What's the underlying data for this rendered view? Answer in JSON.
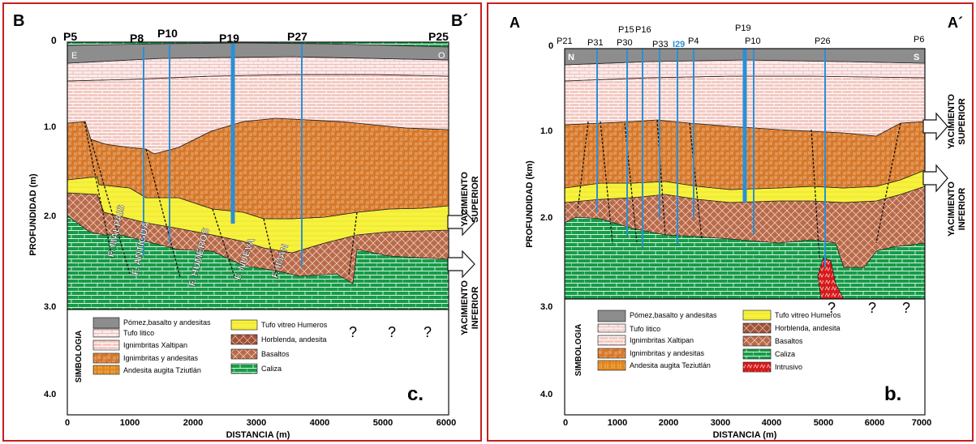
{
  "colors": {
    "pomez": "#8d8d8d",
    "tufo_litico": "#fbeaea",
    "ignimbrita_xaltipan": "#f4c9c2",
    "ignimbritas_andesitas": "#d6782a",
    "andesita_augita": "#e2871e",
    "tufo_vitreo": "#f7f23e",
    "horblenda": "#a0523a",
    "basaltos": "#b86a4a",
    "caliza": "#189c4a",
    "intrusivo": "#d61a1a",
    "well": "#2b8fd6",
    "well_label_highlight": "#2b8fd6",
    "frame": "#c71f1f"
  },
  "left": {
    "section_start": "B",
    "section_end": "B´",
    "top_zero": "0",
    "wells": [
      "P5",
      "P8",
      "P10",
      "P19",
      "P27",
      "P25"
    ],
    "orientation_left": "E",
    "orientation_right": "O",
    "y_axis_title": "PROFUNDIDAD (m)",
    "x_axis_title": "DISTANCIA (m)",
    "y_ticks": [
      "1.0",
      "2.0",
      "3.0",
      "4.0"
    ],
    "x_ticks": [
      "0",
      "1000",
      "2000",
      "3000",
      "4000",
      "5000",
      "6000"
    ],
    "faults": [
      "F. MALPAIS",
      "F. ANTIGUA",
      "F. HUMEROS",
      "F. NUEVA",
      "F. IMAN"
    ],
    "arrow_upper": [
      "YACIMIENTO",
      "SUPERIOR"
    ],
    "arrow_lower": [
      "YACIMIENTO",
      "INFERIOR"
    ],
    "legend_title": "SIMBOLOGIA",
    "legend_items": [
      {
        "label": "Pómez,basalto y andesitas",
        "key": "pomez"
      },
      {
        "label": "Tufo litico",
        "key": "tufo_litico"
      },
      {
        "label": "Ignimbritas Xaltipan",
        "key": "ignimbrita_xaltipan"
      },
      {
        "label": "Ignimbritas y andesitas",
        "key": "ignimbritas_andesitas"
      },
      {
        "label": "Andesita augita Tziutlán",
        "key": "andesita_augita"
      },
      {
        "label": "Tufo vitreo Humeros",
        "key": "tufo_vitreo"
      },
      {
        "label": "Horblenda, andesita",
        "key": "horblenda"
      },
      {
        "label": "Basaltos",
        "key": "basaltos"
      },
      {
        "label": "Caliza",
        "key": "caliza"
      }
    ],
    "question_marks": [
      "?",
      "?",
      "?"
    ],
    "panel_letter": "c."
  },
  "right": {
    "section_start": "A",
    "section_end": "A´",
    "top_zero": "0",
    "wells_row1": [
      "P15",
      "P16",
      "P19"
    ],
    "wells_row2": [
      "P21",
      "P31",
      "P30",
      "P33",
      "I29",
      "P4",
      "P10",
      "P26",
      "P6"
    ],
    "highlight_well": "I29",
    "orientation_left": "N",
    "orientation_right": "S",
    "y_axis_title": "PROFUNDIDAD (km)",
    "x_axis_title": "DISTANCIA (m)",
    "y_ticks": [
      "1.0",
      "2.0",
      "3.0",
      "4.0"
    ],
    "x_ticks": [
      "0",
      "1000",
      "2000",
      "3000",
      "4000",
      "5000",
      "6000",
      "7000"
    ],
    "arrow_upper": [
      "YACIMIENTO",
      "SUPERIOR"
    ],
    "arrow_lower": [
      "YACIMIENTO",
      "INFERIOR"
    ],
    "legend_title": "SIMBOLOGIA",
    "legend_items": [
      {
        "label": "Pómez,basalto y andesitas",
        "key": "pomez"
      },
      {
        "label": "Tufo litico",
        "key": "tufo_litico"
      },
      {
        "label": "Ignimbritas Xaltipan",
        "key": "ignimbrita_xaltipan"
      },
      {
        "label": "Ignimbritas y andesitas",
        "key": "ignimbritas_andesitas"
      },
      {
        "label": "Andesita augita Teziutlán",
        "key": "andesita_augita"
      },
      {
        "label": "Tufo vitreo Humeros",
        "key": "tufo_vitreo"
      },
      {
        "label": "Horblenda, andesita",
        "key": "horblenda"
      },
      {
        "label": "Basaltos",
        "key": "basaltos"
      },
      {
        "label": "Caliza",
        "key": "caliza"
      },
      {
        "label": "Intrusivo",
        "key": "intrusivo"
      }
    ],
    "question_marks": [
      "?",
      "?",
      "?"
    ],
    "panel_letter": "b."
  }
}
